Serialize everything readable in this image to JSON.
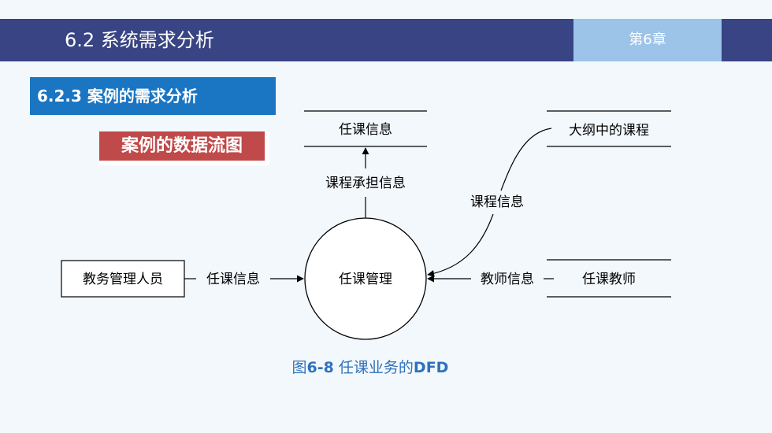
{
  "header": {
    "title": "6.2  系统需求分析",
    "chapter": "第6章"
  },
  "section": {
    "label": "6.2.3  案例的需求分析"
  },
  "subtitle": "案例的数据流图",
  "diagram": {
    "process": "任课管理",
    "external_entity": "教务管理人员",
    "data_stores": {
      "top": "任课信息",
      "top_right": "大纲中的课程",
      "right": "任课教师"
    },
    "flows": {
      "entity_to_process": "任课信息",
      "process_to_top_store": "课程承担信息",
      "course_store_to_process": "课程信息",
      "teacher_store_to_process": "教师信息"
    }
  },
  "caption": {
    "prefix": "图",
    "number": "6-8",
    "text": " 任课业务的",
    "suffix": "DFD"
  }
}
